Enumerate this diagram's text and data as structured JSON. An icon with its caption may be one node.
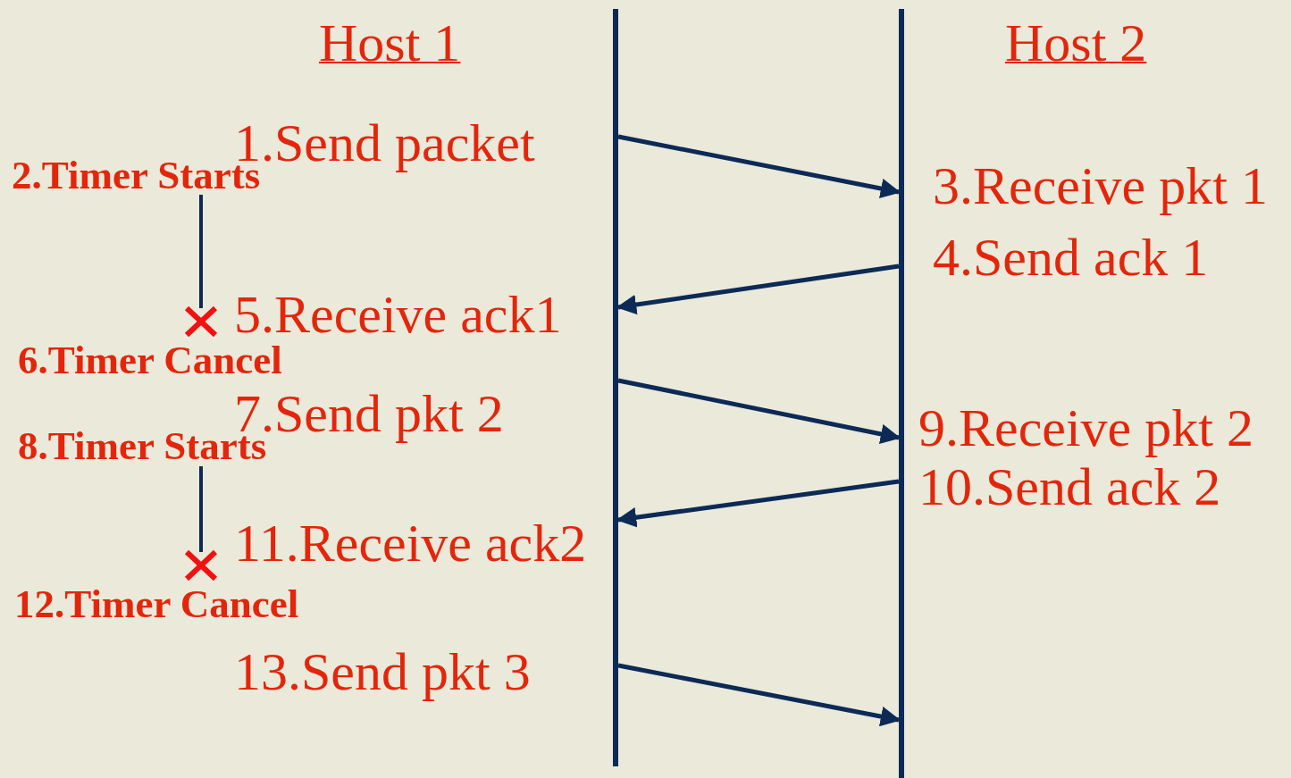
{
  "diagram": {
    "nodes": [
      {
        "text": [
          "Host 1"
        ]
      },
      {
        "text": [
          "Host 2"
        ]
      }
    ],
    "edges": [
      {
        "from": 0,
        "to": 1,
        "arrow": "to"
      },
      {
        "from": 1,
        "to": 0,
        "arrow": "to"
      },
      {
        "from": 0,
        "to": 1,
        "arrow": "to"
      },
      {
        "from": 1,
        "to": 0,
        "arrow": "to"
      },
      {
        "from": 0,
        "to": 1,
        "arrow": "to"
      }
    ],
    "labels": [
      "1.Send packet",
      "2.Timer Starts",
      "3.Receive pkt 1",
      "4.Send ack 1",
      "5.Receive ack1",
      "6.Timer Cancel",
      "7.Send pkt 2",
      "8.Timer Starts",
      "9.Receive pkt 2",
      "10.Send ack 2",
      "11.Receive ack2",
      "12.Timer Cancel",
      "13.Send pkt 3"
    ]
  }
}
